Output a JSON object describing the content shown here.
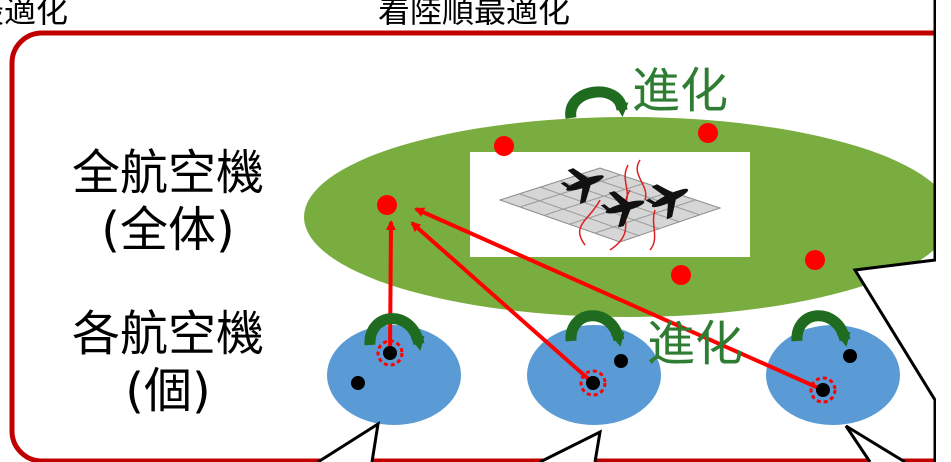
{
  "header": {
    "left_clipped": "最適化",
    "center_clipped": "着陸順最適化"
  },
  "rows": {
    "all_aircraft_line1": "全航空機",
    "all_aircraft_line2": "(全体)",
    "each_aircraft_line1": "各航空機",
    "each_aircraft_line2": "(個)"
  },
  "labels": {
    "evolution_top": "進化",
    "evolution_mid": "進化"
  },
  "colors": {
    "frame": "#c00000",
    "population_ellipse": "#7aad3f",
    "individual_ellipse": "#5b9bd5",
    "individual_point": "#ff0000",
    "evolution_arrow": "#1f6b1f",
    "evolution_text": "#2e7d32",
    "migration_arrow": "#ff0000"
  },
  "icons": {
    "evolution": "curved-arrow-icon",
    "aircraft": "airplane-icon",
    "airport": "runway-grid-icon"
  }
}
